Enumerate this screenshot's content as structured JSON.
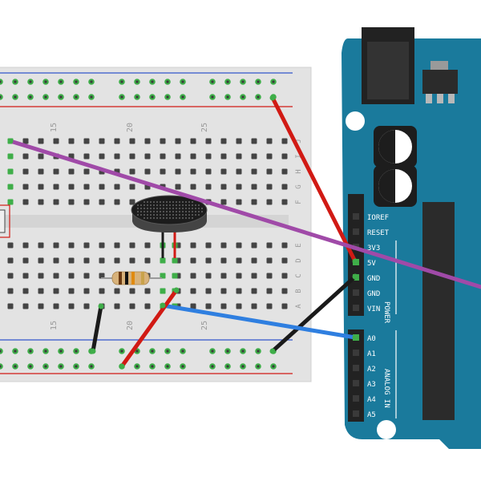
{
  "breadboard": {
    "column_numbers": [
      "15",
      "20",
      "25"
    ],
    "row_letters_top": [
      "J",
      "I",
      "H",
      "G",
      "F"
    ],
    "row_letters_bottom": [
      "E",
      "D",
      "C",
      "B",
      "A"
    ]
  },
  "arduino": {
    "power_pins": [
      "IOREF",
      "RESET",
      "3V3",
      "5V",
      "GND",
      "GND",
      "VIN"
    ],
    "power_label": "POWER",
    "analog_pins": [
      "A0",
      "A1",
      "A2",
      "A3",
      "A4",
      "A5"
    ],
    "analog_label": "ANALOG IN"
  },
  "colors": {
    "board_blue": "#1a7a9c",
    "breadboard": "#e3e3e3",
    "wire_red": "#d11a14",
    "wire_black": "#1a1a1a",
    "wire_purple": "#a04aa8",
    "wire_blue": "#2f7fe0",
    "pin_green": "#3fae49"
  },
  "components": {
    "microphone": "electret-microphone",
    "resistor": "resistor"
  }
}
